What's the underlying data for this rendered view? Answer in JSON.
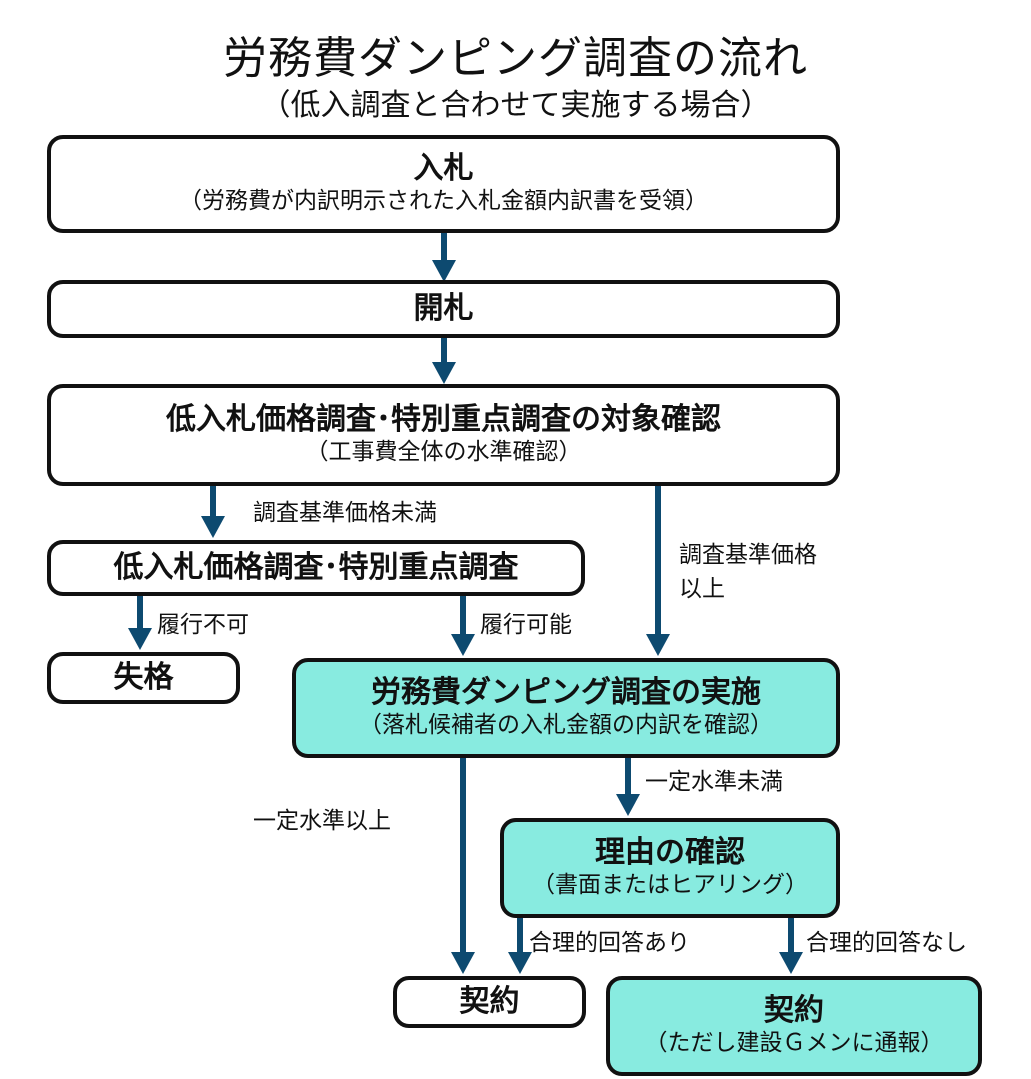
{
  "header": {
    "title": "労務費ダンピング調査の流れ",
    "subtitle": "（低入調査と合わせて実施する場合）"
  },
  "colors": {
    "arrow": "#0d4a70",
    "highlight_box": "#88ebe0",
    "box_border": "#111111"
  },
  "nodes": {
    "bid": {
      "main": "入札",
      "sub": "（労務費が内訳明示された入札金額内訳書を受領）"
    },
    "opening": {
      "main": "開札"
    },
    "target_check": {
      "main": "低入札価格調査･特別重点調査の対象確認",
      "sub": "（工事費全体の水準確認）"
    },
    "low_bid_survey": {
      "main": "低入札価格調査･特別重点調査"
    },
    "disqualified": {
      "main": "失格"
    },
    "dumping_survey": {
      "main": "労務費ダンピング調査の実施",
      "sub": "（落札候補者の入札金額の内訳を確認）"
    },
    "reason_check": {
      "main": "理由の確認",
      "sub": "（書面またはヒアリング）"
    },
    "contract": {
      "main": "契約"
    },
    "contract_report": {
      "main": "契約",
      "sub": "（ただし建設Ｇメンに通報）"
    }
  },
  "edge_labels": {
    "below_standard": "調査基準価格未満",
    "above_standard_line1": "調査基準価格",
    "above_standard_line2": "以上",
    "not_feasible": "履行不可",
    "feasible": "履行可能",
    "above_level": "一定水準以上",
    "below_level": "一定水準未満",
    "reasonable": "合理的回答あり",
    "unreasonable": "合理的回答なし"
  }
}
